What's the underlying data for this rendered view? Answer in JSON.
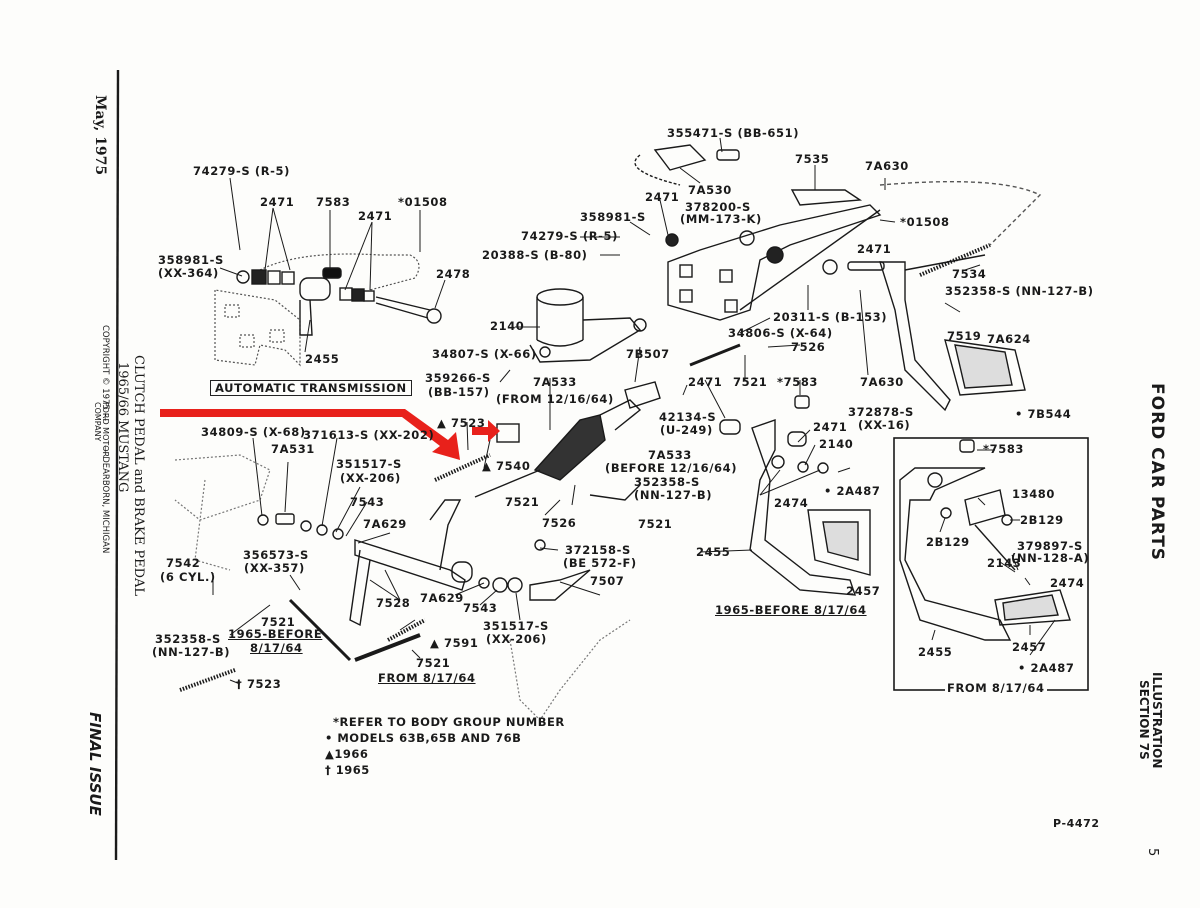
{
  "document": {
    "date": "May, 1975",
    "title_line1": "CLUTCH PEDAL and BRAKE PEDAL",
    "title_line2": "1965/66  MUSTANG",
    "copyright": "COPYRIGHT © 1975 —",
    "publisher_line1": "FORD MOTOR",
    "publisher_line2": "COMPANY",
    "location": "— DEARBORN, MICHIGAN",
    "final_issue": "FINAL ISSUE",
    "brand": "FORD CAR PARTS",
    "illustration_line1": "ILLUSTRATION",
    "illustration_line2": "SECTION 7S",
    "plate_number": "P-4472",
    "page_number": "5"
  },
  "section_labels": {
    "automatic_transmission": "AUTOMATIC TRANSMISSION",
    "from_12_16_64": "(FROM 12/16/64)",
    "before_12_16_64": "(BEFORE 12/16/64)",
    "clutch_1965_before_line1": "1965-BEFORE",
    "clutch_1965_before_line2": "8/17/64",
    "clutch_from_8_17_64": "FROM 8/17/64",
    "brake_1965_before": "1965-BEFORE 8/17/64",
    "brake_from_8_17_64": "FROM 8/17/64"
  },
  "legend": [
    "*REFER TO BODY GROUP NUMBER",
    "• MODELS 63B,65B AND 76B",
    "▲1966",
    "† 1965"
  ],
  "parts": {
    "p74279_top": "74279-S (R-5)",
    "p2471_a": "2471",
    "p7583_a": "7583",
    "p2471_b": "2471",
    "p01508_a": "*01508",
    "p358981_a_1": "358981-S",
    "p358981_a_2": "(XX-364)",
    "p2478": "2478",
    "p2455_a": "2455",
    "p355471": "355471-S (BB-651)",
    "p7535": "7535",
    "p7A630_a": "7A630",
    "p7A530": "7A530",
    "p2471_c": "2471",
    "p358981_b": "358981-S",
    "p378200_1": "378200-S",
    "p378200_2": "(MM-173-K)",
    "p01508_b": "*01508",
    "p74279_b": "74279-S (R-5)",
    "p20388": "20388-S (B-80)",
    "p2471_d": "2471",
    "p7534": "7534",
    "p352358_a": "352358-S (NN-127-B)",
    "p20311": "20311-S (B-153)",
    "p2140_a": "2140",
    "p34806": "34806-S (X-64)",
    "p7526_a": "7526",
    "p7519": "7519",
    "p7A624": "7A624",
    "p34807": "34807-S (X-66)",
    "p7B507": "7B507",
    "p7521_a": "7521",
    "p7583_b": "*7583",
    "p7A630_b": "7A630",
    "p359266_1": "359266-S",
    "p359266_2": "(BB-157)",
    "p7A533_a": "7A533",
    "p2471_e": "2471",
    "p7B544": "• 7B544",
    "p42134_1": "42134-S",
    "p42134_2": "(U-249)",
    "p372878_1": "372878-S",
    "p372878_2": "(XX-16)",
    "p7523_a": "▲ 7523",
    "p2471_f": "2471",
    "p2140_b": "2140",
    "p7583_c": "*7583",
    "p34809": "34809-S (X-68)",
    "p371613": "371613-S (XX-202)",
    "p7A533_b": "7A533",
    "p7540": "▲ 7540",
    "p13480": "13480",
    "p7A531": "7A531",
    "p351517_a_1": "351517-S",
    "p351517_a_2": "(XX-206)",
    "p352358_b_1": "352358-S",
    "p352358_b_2": "(NN-127-B)",
    "p2A487_a": "• 2A487",
    "p2B129_a": "2B129",
    "p7543_a": "7543",
    "p7521_b": "7521",
    "p7526_b": "7526",
    "p7521_c": "7521",
    "p2474_a": "2474",
    "p2B129_b": "2B129",
    "p379897_1": "379897-S",
    "p379897_2": "(NN-128-A)",
    "p7A629_a": "7A629",
    "p372158_1": "372158-S",
    "p372158_2": "(BE 572-F)",
    "p2455_b": "2455",
    "p2143": "2143",
    "p2474_b": "2474",
    "p7542_1": "7542",
    "p7542_2": "(6 CYL.)",
    "p356573_1": "356573-S",
    "p356573_2": "(XX-357)",
    "p7507": "7507",
    "p2457_a": "2457",
    "p7528": "7528",
    "p7A629_b": "7A629",
    "p7543_b": "7543",
    "p351517_b_1": "351517-S",
    "p351517_b_2": "(XX-206)",
    "p7521_d": "7521",
    "p352358_c_1": "352358-S",
    "p352358_c_2": "(NN-127-B)",
    "p7591": "▲ 7591",
    "p7521_e": "7521",
    "p7523_b": "† 7523",
    "p2455_c": "2455",
    "p2457_b": "2457",
    "p2A487_b": "• 2A487"
  },
  "annotation_colors": {
    "highlight_arrow": "#e8211b",
    "ink": "#1a1a1a"
  }
}
